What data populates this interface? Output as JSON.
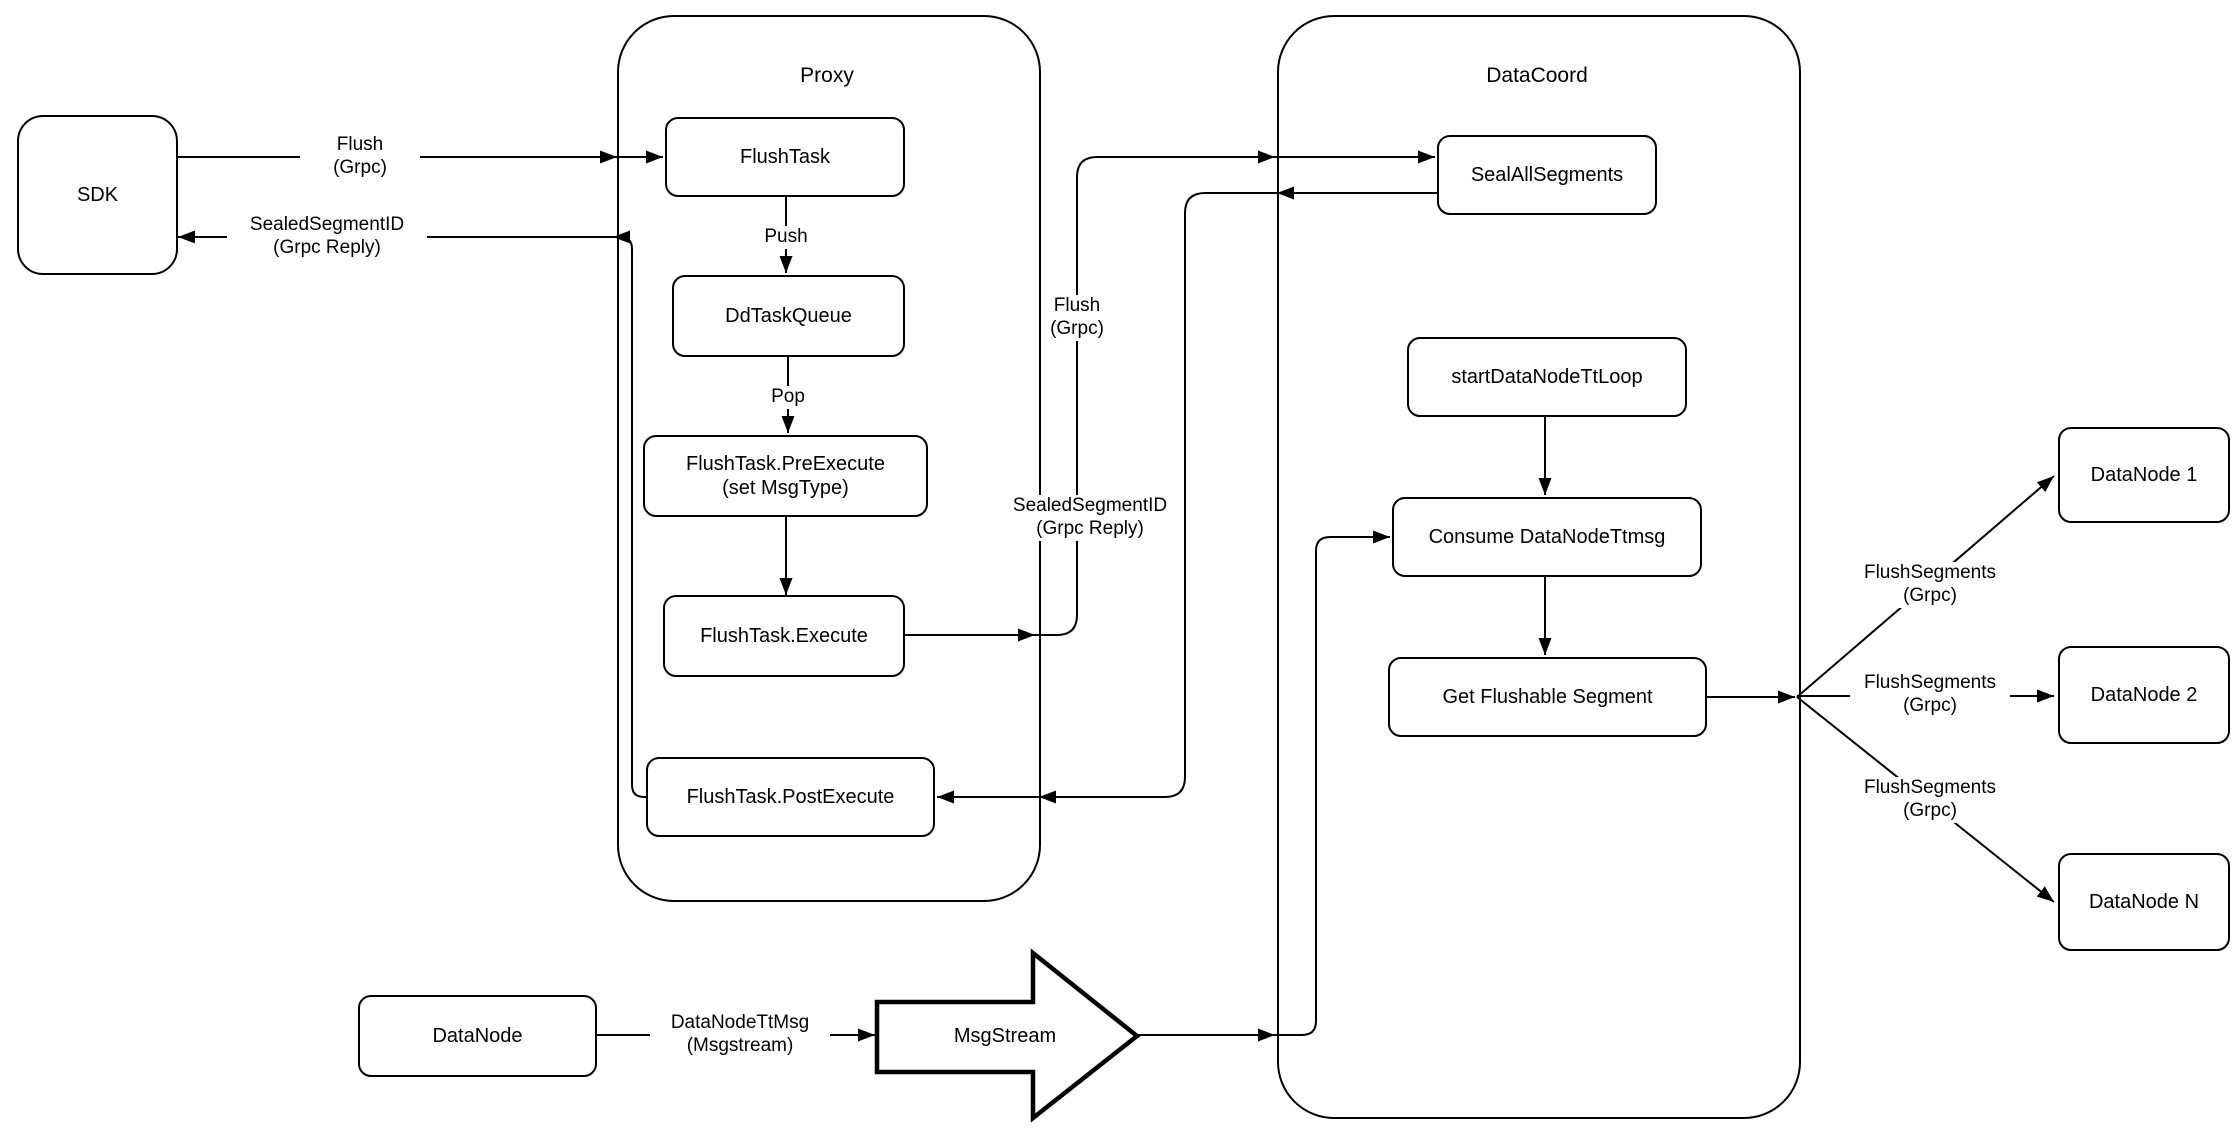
{
  "diagram": {
    "title_hint": "Flush flow diagram",
    "colors": {
      "line": "#000000",
      "background": "#ffffff",
      "box_fill": "#ffffff"
    },
    "containers": {
      "proxy": {
        "label": "Proxy"
      },
      "datacoord": {
        "label": "DataCoord"
      }
    },
    "nodes": {
      "sdk": {
        "label": "SDK"
      },
      "flush_task": {
        "label": "FlushTask"
      },
      "dd_task_queue": {
        "label": "DdTaskQueue"
      },
      "pre_execute": {
        "label": "FlushTask.PreExecute\n(set MsgType)"
      },
      "execute": {
        "label": "FlushTask.Execute"
      },
      "post_execute": {
        "label": "FlushTask.PostExecute"
      },
      "seal_all_segments": {
        "label": "SealAllSegments"
      },
      "start_data_node_tt_loop": {
        "label": "startDataNodeTtLoop"
      },
      "consume_data_node_ttmsg": {
        "label": "Consume DataNodeTtmsg"
      },
      "get_flushable_segment": {
        "label": "Get Flushable Segment"
      },
      "data_node_1": {
        "label": "DataNode 1"
      },
      "data_node_2": {
        "label": "DataNode 2"
      },
      "data_node_n": {
        "label": "DataNode N"
      },
      "data_node": {
        "label": "DataNode"
      },
      "msg_stream": {
        "label": "MsgStream"
      }
    },
    "edge_labels": {
      "flush_grpc_1": "Flush\n(Grpc)",
      "sealed_segment_id_1": "SealedSegmentID\n(Grpc Reply)",
      "push": "Push",
      "pop": "Pop",
      "flush_grpc_2": "Flush\n(Grpc)",
      "sealed_segment_id_2": "SealedSegmentID\n(Grpc Reply)",
      "flush_segments_1": "FlushSegments\n(Grpc)",
      "flush_segments_2": "FlushSegments\n(Grpc)",
      "flush_segments_3": "FlushSegments\n(Grpc)",
      "data_node_tt_msg": "DataNodeTtMsg\n(Msgstream)"
    }
  }
}
